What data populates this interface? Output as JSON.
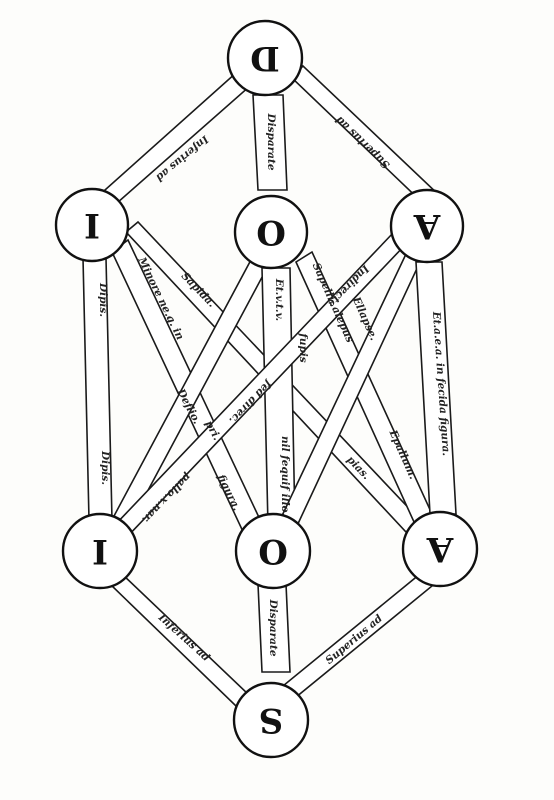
{
  "nodes": {
    "top": "D",
    "upper_left": "I",
    "upper_center": "O",
    "upper_right": "A",
    "lower_left": "I",
    "lower_center": "O",
    "lower_right": "A",
    "bottom": "S"
  },
  "bands": {
    "top_left": "Inferius ad",
    "top_center": "Disparate",
    "top_right": "Superius ad",
    "ul_ll": "Dipis.",
    "ul_ll_b": "Dipis.",
    "ul_lc": "Minore ne.g. in",
    "ul_lc_b": "figura.",
    "ul_lr": "Sapida.",
    "ul_lr_b": "pias.",
    "uc_ll": "Deflio.",
    "uc_ll_b": "pri.",
    "uc_lc": "Et.v.t.v.",
    "uc_lc_b": "nil fequif illo.",
    "uc_lr": "Sapelli. alepus",
    "uc_lr_b": "Epallum.",
    "ur_ll": "Indirecte",
    "ur_ll_b": "fed direc.",
    "ur_ll_c": "pallo.x.nar.",
    "ur_lc": "Ellapse.",
    "ur_lc_b": "fupis",
    "ur_lr": "Et.a.e.a. in fecida figura.",
    "bot_left": "Inferius ad",
    "bot_center": "Disparate",
    "bot_right": "Superius ad"
  }
}
